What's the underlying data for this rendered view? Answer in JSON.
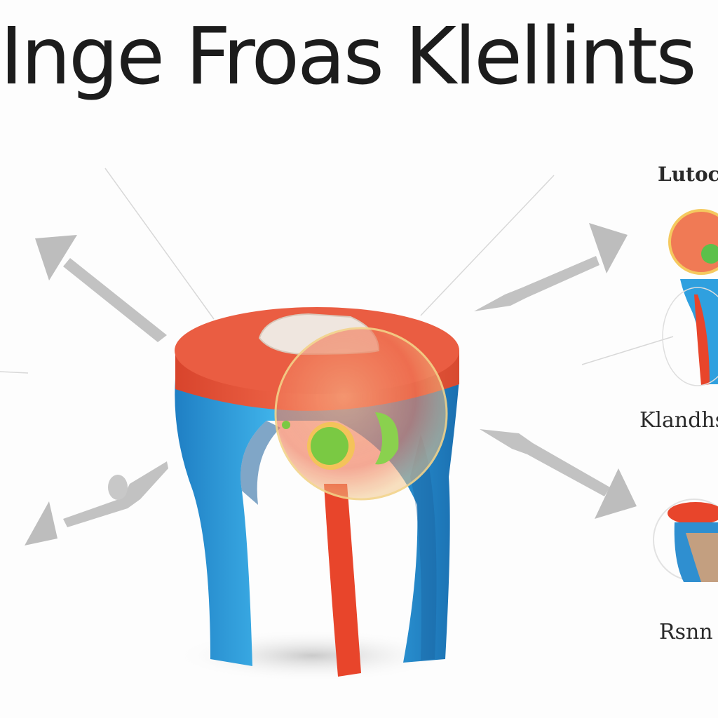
{
  "title": "Inge Froas Klellints Ker",
  "labels": {
    "top_right": "Lutoc",
    "middle_right": "Klandhs",
    "bottom_right": "Rsnn"
  },
  "colors": {
    "red": "#e8563c",
    "blue": "#2fa0df",
    "green": "#7ac943",
    "arrow": "#b9b9b9"
  }
}
